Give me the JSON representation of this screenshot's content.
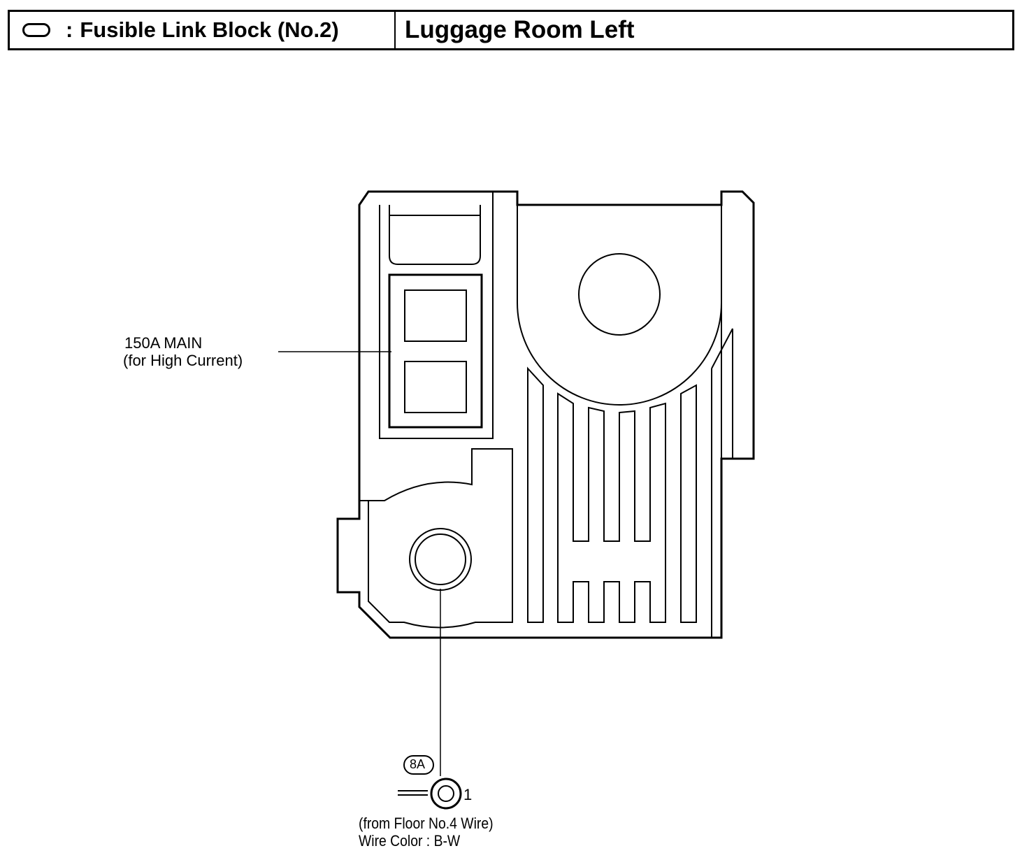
{
  "header": {
    "symbol_icon": "oval-connector-symbol-icon",
    "colon": ":",
    "title": "Fusible Link Block (No.2)",
    "location": "Luggage Room Left"
  },
  "callouts": {
    "fuse_label_line1": "150A MAIN",
    "fuse_label_line2": "(for High Current)"
  },
  "connector": {
    "code": "8A",
    "pin": "1",
    "from_text": "(from Floor No.4 Wire)",
    "wire_color_text": "Wire Color : B-W"
  },
  "icons": {
    "block": "fusible-link-block-icon",
    "terminal": "ring-terminal-icon"
  }
}
